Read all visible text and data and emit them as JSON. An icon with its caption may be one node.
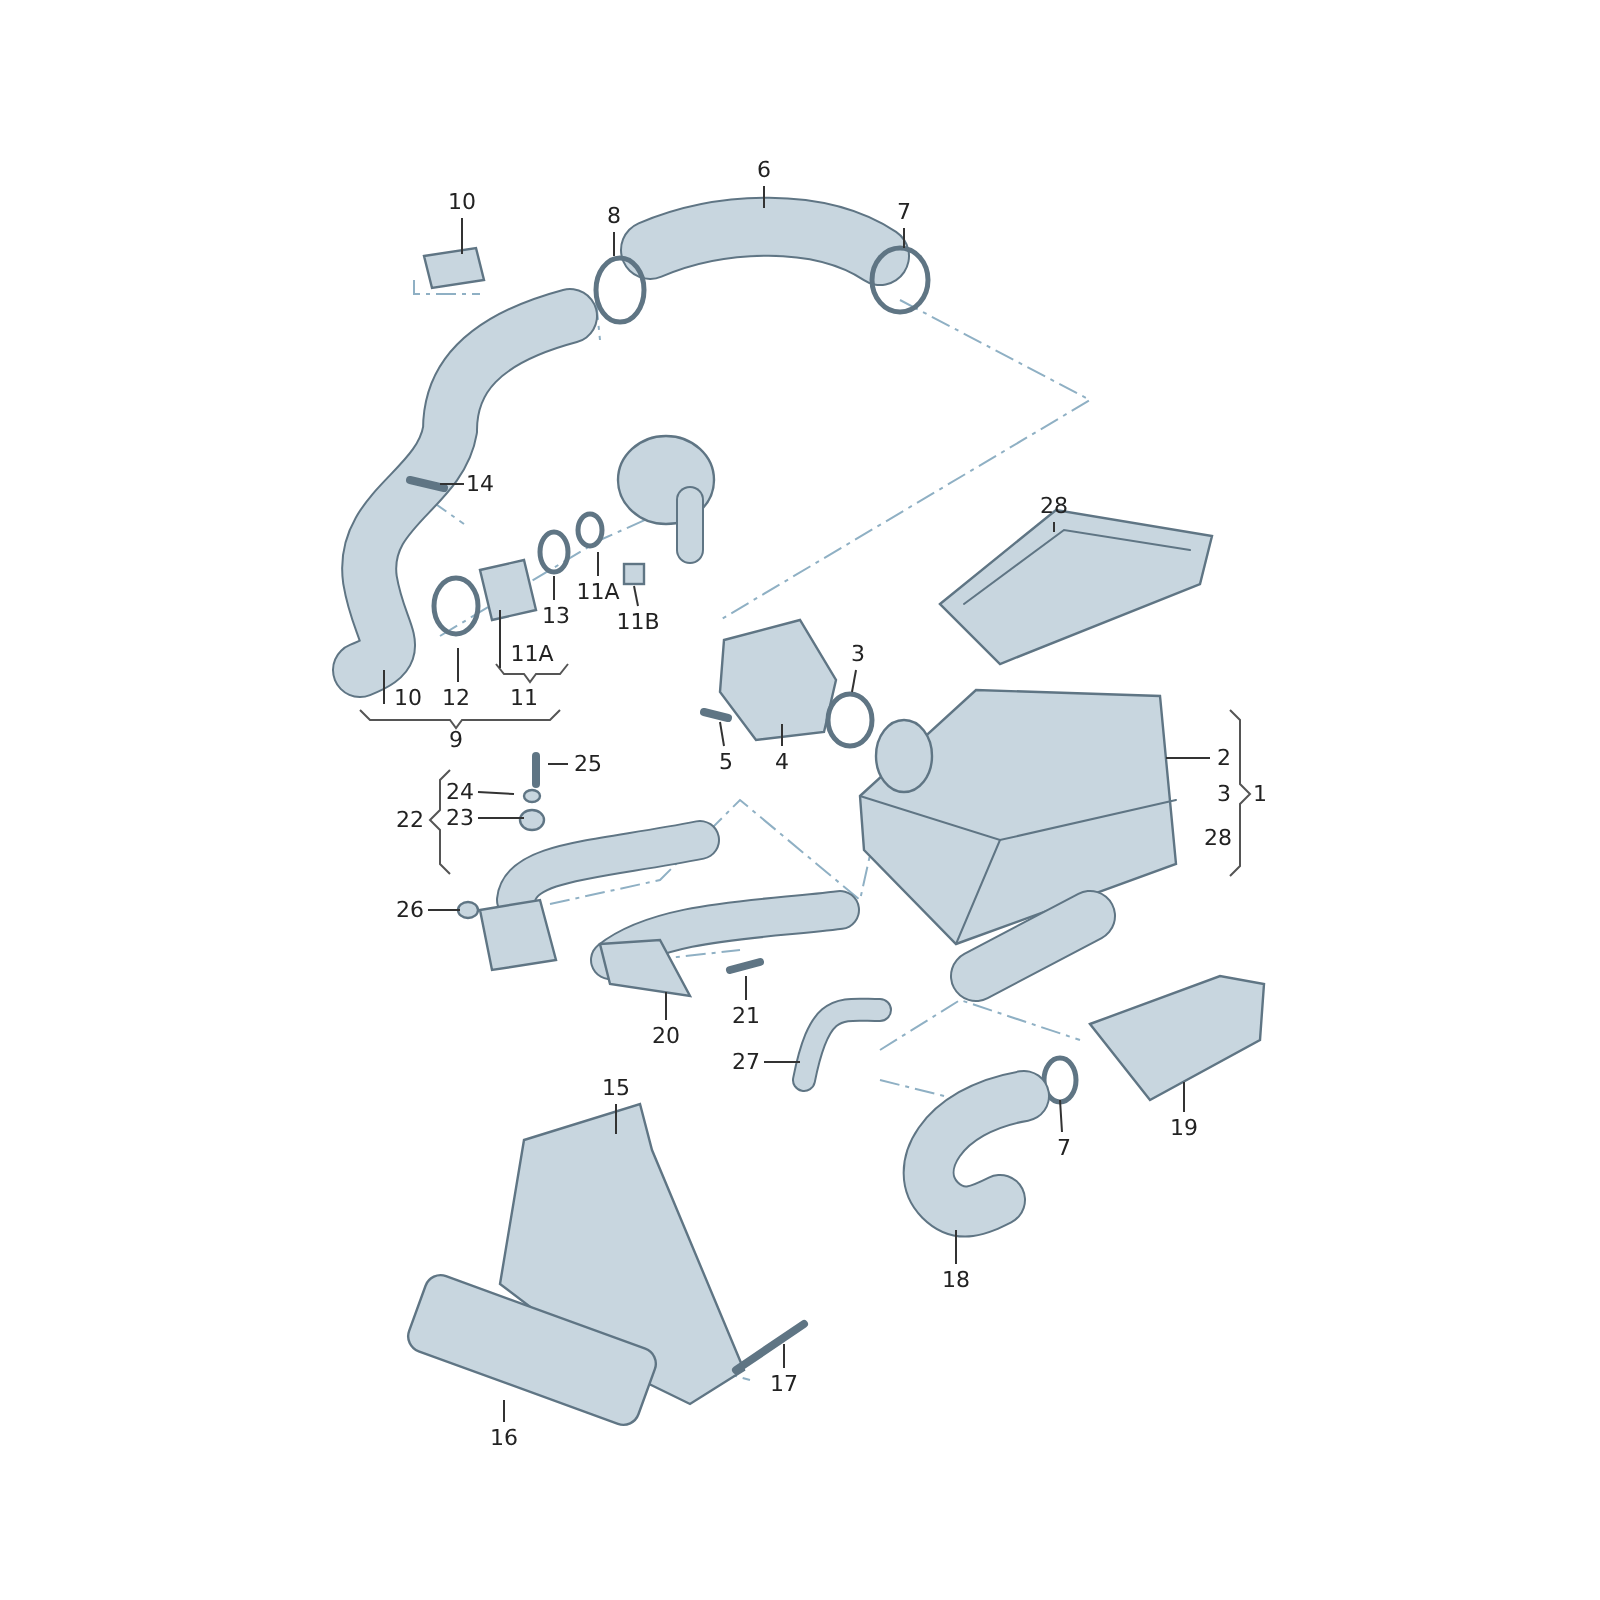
{
  "diagram": {
    "nodes": [
      {
        "text": [
          "10"
        ]
      },
      {
        "text": [
          "6"
        ]
      },
      {
        "text": [
          "8"
        ]
      },
      {
        "text": [
          "7"
        ]
      },
      {
        "text": [
          "14"
        ]
      },
      {
        "text": [
          "28"
        ]
      },
      {
        "text": [
          "11A"
        ]
      },
      {
        "text": [
          "13"
        ]
      },
      {
        "text": [
          "11B"
        ]
      },
      {
        "text": [
          "3"
        ]
      },
      {
        "text": [
          "11A"
        ]
      },
      {
        "text": [
          "10"
        ]
      },
      {
        "text": [
          "12"
        ]
      },
      {
        "text": [
          "2"
        ]
      },
      {
        "text": [
          "5"
        ]
      },
      {
        "text": [
          "4"
        ]
      },
      {
        "text": [
          "25"
        ]
      },
      {
        "text": [
          "24"
        ]
      },
      {
        "text": [
          "23"
        ]
      },
      {
        "text": [
          "26"
        ]
      },
      {
        "text": [
          "21"
        ]
      },
      {
        "text": [
          "20"
        ]
      },
      {
        "text": [
          "27"
        ]
      },
      {
        "text": [
          "15"
        ]
      },
      {
        "text": [
          "7"
        ]
      },
      {
        "text": [
          "19"
        ]
      },
      {
        "text": [
          "18"
        ]
      },
      {
        "text": [
          "17"
        ]
      },
      {
        "text": [
          "16"
        ]
      },
      {
        "text": [],
        "shape": "circle"
      },
      {
        "text": [],
        "shape": "box"
      }
    ],
    "edges": [
      {
        "from": 0,
        "to": null,
        "arrow": "none"
      },
      {
        "from": 1,
        "to": null,
        "arrow": "none"
      },
      {
        "from": 2,
        "to": null,
        "arrow": "none"
      },
      {
        "from": 3,
        "to": null,
        "arrow": "none"
      },
      {
        "from": 4,
        "to": null,
        "arrow": "none"
      },
      {
        "from": 5,
        "to": null,
        "arrow": "none"
      },
      {
        "from": 6,
        "to": null,
        "arrow": "none"
      },
      {
        "from": 7,
        "to": 29,
        "arrow": "none"
      },
      {
        "from": 8,
        "to": 30,
        "arrow": "none"
      },
      {
        "from": 9,
        "to": null,
        "arrow": "none"
      },
      {
        "from": 10,
        "to": null,
        "arrow": "none"
      },
      {
        "from": 11,
        "to": null,
        "arrow": "none"
      },
      {
        "from": 12,
        "to": null,
        "arrow": "none"
      },
      {
        "from": 13,
        "to": null,
        "arrow": "none"
      },
      {
        "from": 14,
        "to": null,
        "arrow": "none"
      },
      {
        "from": 15,
        "to": null,
        "arrow": "none"
      },
      {
        "from": 16,
        "to": null,
        "arrow": "none"
      },
      {
        "from": 17,
        "to": null,
        "arrow": "none"
      },
      {
        "from": 18,
        "to": null,
        "arrow": "none"
      },
      {
        "from": 19,
        "to": null,
        "arrow": "none"
      },
      {
        "from": 20,
        "to": null,
        "arrow": "none"
      },
      {
        "from": 21,
        "to": null,
        "arrow": "none"
      },
      {
        "from": 22,
        "to": null,
        "arrow": "none"
      },
      {
        "from": 23,
        "to": null,
        "arrow": "none"
      },
      {
        "from": 24,
        "to": null,
        "arrow": "none"
      },
      {
        "from": 25,
        "to": null,
        "arrow": "none"
      },
      {
        "from": 26,
        "to": null,
        "arrow": "none"
      },
      {
        "from": 27,
        "to": null,
        "arrow": "none"
      },
      {
        "from": 28,
        "to": null,
        "arrow": "none"
      }
    ],
    "labels": [
      "11",
      "9",
      "3",
      "1",
      "28",
      "22"
    ]
  }
}
